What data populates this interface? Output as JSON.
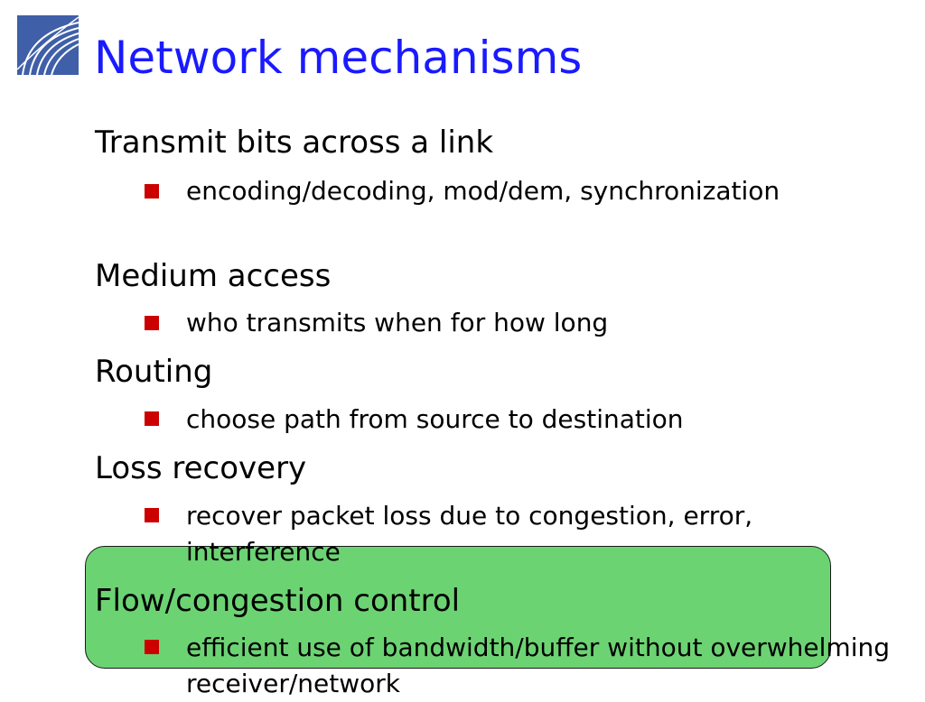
{
  "slide": {
    "title": "Network mechanisms",
    "items": [
      {
        "heading": "Transmit bits across a link",
        "bullet": "encoding/decoding, mod/dem, synchronization"
      },
      {
        "heading": "Medium access",
        "bullet": "who transmits when for how long"
      },
      {
        "heading": "Routing",
        "bullet": "choose path from source to destination"
      },
      {
        "heading": "Loss recovery",
        "bullet": "recover packet loss due to congestion, error, interference"
      },
      {
        "heading": "Flow/congestion control",
        "bullet": "efficient use of bandwidth/buffer without overwhelming receiver/network"
      }
    ]
  },
  "colors": {
    "title": "#1a1aff",
    "bullet": "#cc0000",
    "highlight": "#6cd373"
  },
  "icons": {
    "logo": "logo-icon",
    "bullet": "bullet-square-icon"
  }
}
